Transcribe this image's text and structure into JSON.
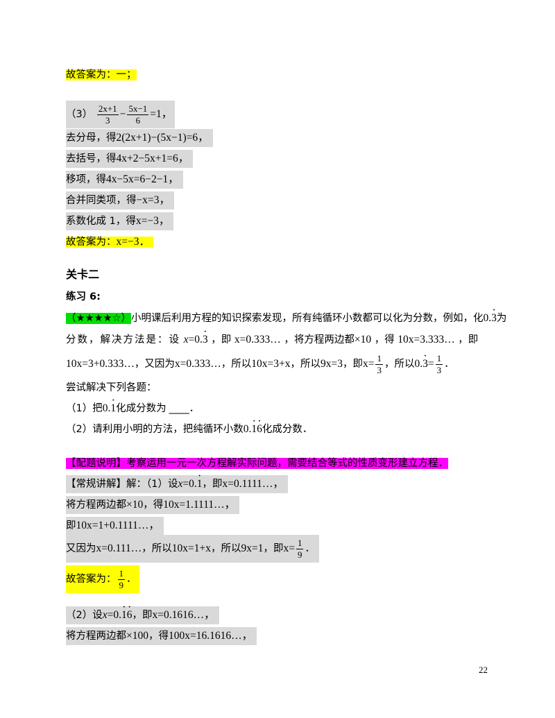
{
  "lines": {
    "ans2": "故答案为：一；",
    "p3_label": "（3）",
    "p3_f1_num": "2x+1",
    "p3_f1_den": "3",
    "p3_f2_num": "5x−1",
    "p3_f2_den": "6",
    "p3_rest": "=1，",
    "s1_text": "去分母，得",
    "s1_math": "2(2x+1)−(5x−1)=6，",
    "s2_text": "去括号，得",
    "s2_math": "4x+2−5x+1=6，",
    "s3_text": "移项，得",
    "s3_math": "4x−5x=6−2−1，",
    "s4_text": "合并同类项，得",
    "s4_math": "−x=3，",
    "s5_text": "系数化成 1，得",
    "s5_math": "x=−3，",
    "ans3_text": "故答案为：",
    "ans3_math": "x=−3．"
  },
  "section": {
    "title": "关卡二",
    "exercise": "练习 6:"
  },
  "problem": {
    "stars": "（★★★★☆）",
    "intro": "小明课后利用方程的知识探索发现，所有纯循环小数都可以化为分数，例如，化",
    "example_num": "0.3",
    "intro_end": "为",
    "line2": "分数，解决方法是：设",
    "l2_m1": "x=0.3",
    "l2_t2": "，即",
    "l2_m2": "x=0.333…",
    "l2_t3": "，将方程两边都",
    "l2_m3": "×10",
    "l2_t4": "，得",
    "l2_m4": "10x=3.333…",
    "l2_t5": "，即",
    "l3_m1": "10x=3+0.333…",
    "l3_t1": "，又因为",
    "l3_m2": "x=0.333…",
    "l3_t2": "，所以",
    "l3_m3": "10x=3+x",
    "l3_t3": "，所以",
    "l3_m4": "9x=3",
    "l3_t4": "，即",
    "l3_m5": "x=",
    "frac_num": "1",
    "frac_den": "3",
    "l3_t5": "，所以",
    "l3_m6": "0.3=",
    "l3_end": "．",
    "try": "尝试解决下列各题：",
    "q1_a": "（1）把",
    "q1_num": "0.1",
    "q1_b": "化成分数为",
    "q1_blank": "____",
    "q1_end": "．",
    "q2_a": "（2）请利用小明的方法，把纯循环小数",
    "q2_num": "0.16",
    "q2_b": "化成分数．"
  },
  "solution": {
    "note": "【配题说明】考察运用一元一次方程解实际问题，需要结合等式的性质变形建立方程．",
    "r1_text": "【常规讲解】解：（1）设",
    "r1_m1": "x=0.1",
    "r1_t2": "，即",
    "r1_m2": "x=0.1111…，",
    "r2_text": "将方程两边都",
    "r2_m1": "×10",
    "r2_t2": "，得",
    "r2_m2": "10x=1.1111…，",
    "r3_text": "即",
    "r3_m": "10x=1+0.1111…，",
    "r4_text": "又因为",
    "r4_m1": "x=0.111…",
    "r4_t2": "，所以",
    "r4_m2": "10x=1+x",
    "r4_t3": "，所以",
    "r4_m3": "9x=1",
    "r4_t4": "，即",
    "r4_m4": "x=",
    "r4_num": "1",
    "r4_den": "9",
    "r4_end": "．",
    "ans_text": "故答案为：",
    "ans_num": "1",
    "ans_den": "9",
    "ans_end": "．",
    "r5_text": "（2）设",
    "r5_m1": "x=0.16",
    "r5_t2": "，即",
    "r5_m2": "x=0.1616…，",
    "r6_text": "将方程两边都",
    "r6_m1": "×100",
    "r6_t2": "，得",
    "r6_m2": "100x=16.1616…，"
  },
  "page_number": "22",
  "colors": {
    "yellow_highlight": "#ffff00",
    "gray_highlight": "#d9d9d9",
    "magenta_highlight": "#ff00ff",
    "green_highlight": "#00e000"
  }
}
